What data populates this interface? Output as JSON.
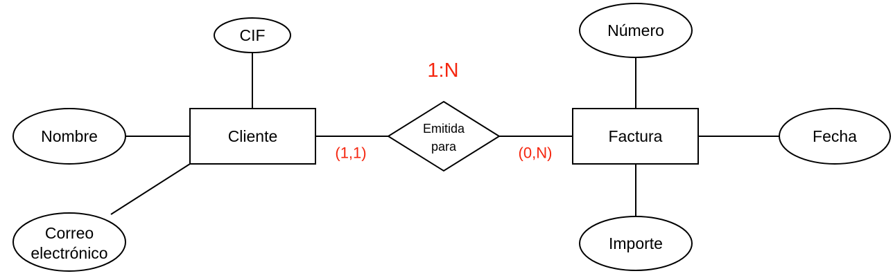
{
  "entities": {
    "cliente": "Cliente",
    "factura": "Factura"
  },
  "relationship": {
    "line1": "Emitida",
    "line2": "para",
    "ratio": "1:N"
  },
  "cardinalities": {
    "cliente_side": "(1,1)",
    "factura_side": "(0,N)"
  },
  "attributes": {
    "cliente": {
      "cif": "CIF",
      "nombre": "Nombre",
      "correo_line1": "Correo",
      "correo_line2": "electrónico"
    },
    "factura": {
      "numero": "Número",
      "fecha": "Fecha",
      "importe": "Importe"
    }
  },
  "colors": {
    "line": "#000000",
    "accent": "#f5260f",
    "fill": "#ffffff"
  }
}
